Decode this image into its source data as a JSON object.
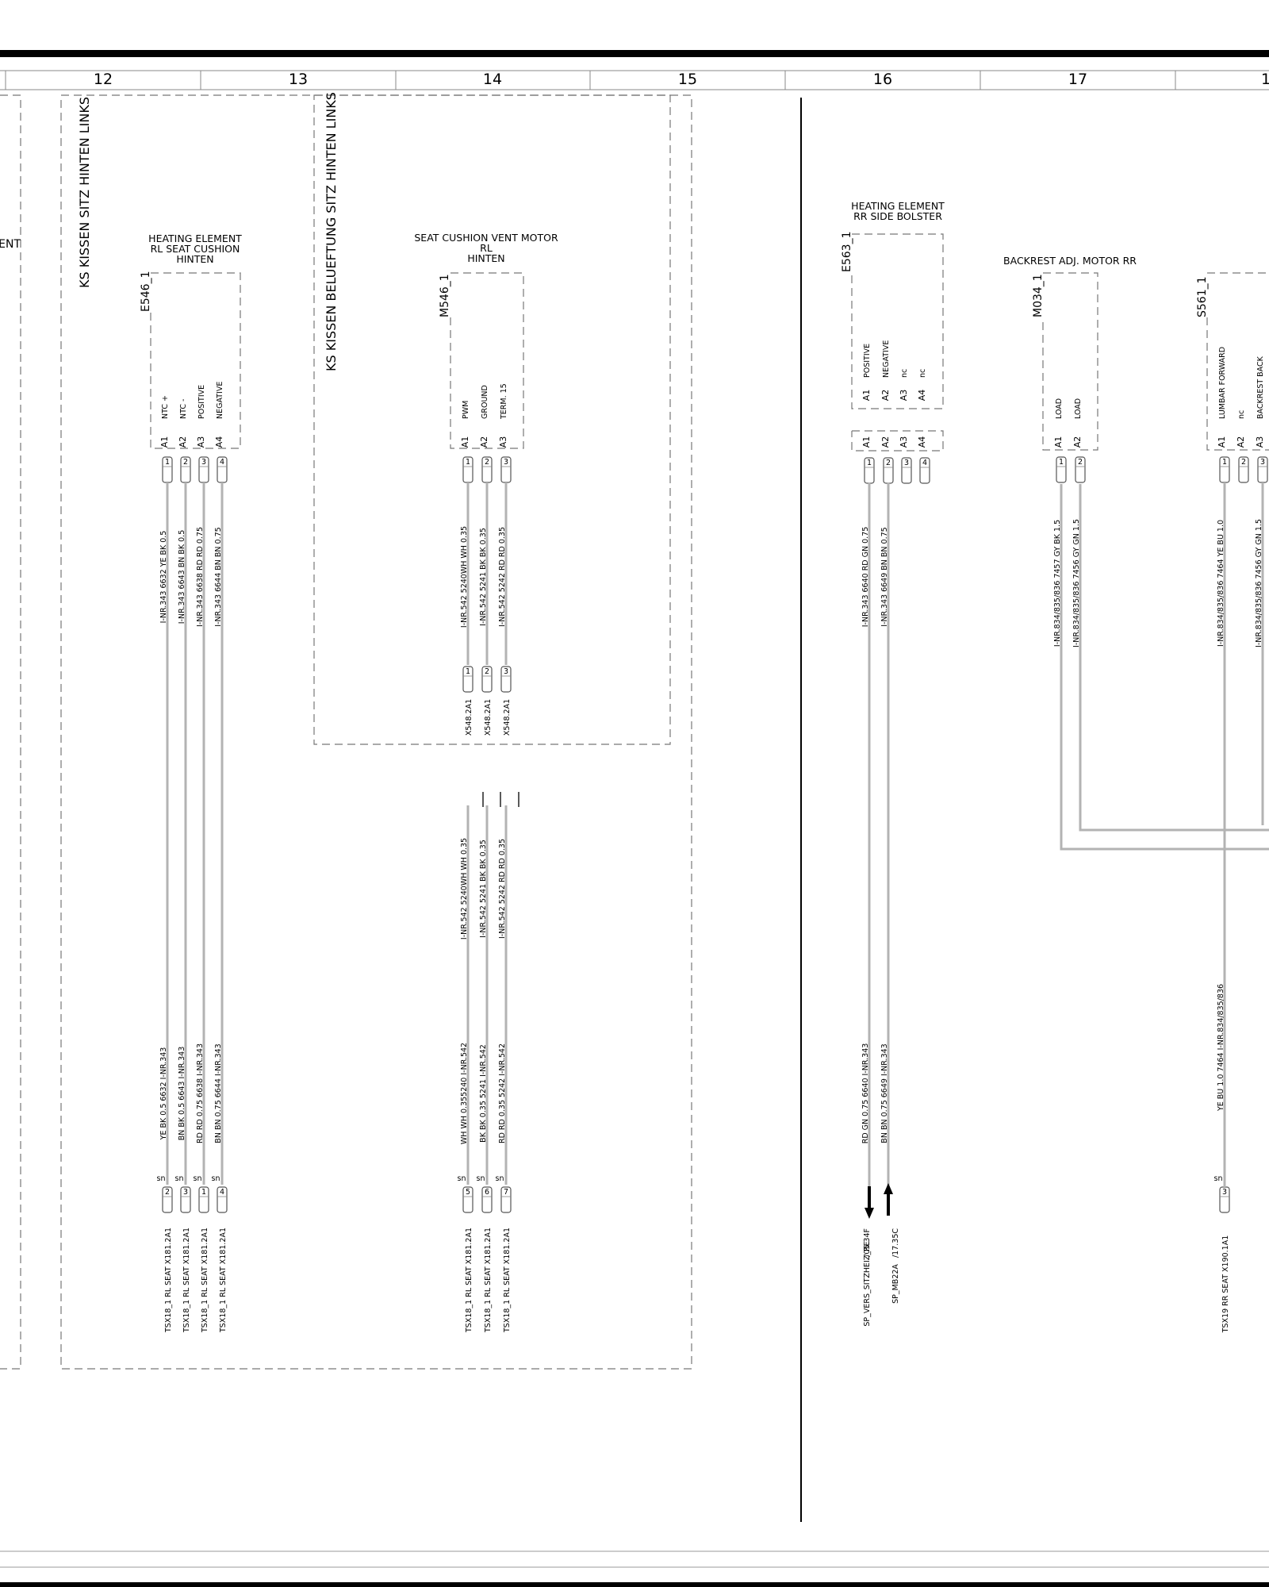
{
  "header": {
    "columns": [
      "12",
      "13",
      "14",
      "15",
      "16",
      "17",
      "1"
    ]
  },
  "left_edge": {
    "label_fragment": "ENT"
  },
  "groups": [
    {
      "label": "KS KISSEN SITZ HINTEN LINKS"
    },
    {
      "label": "KS KISSEN BELUEFTUNG SITZ HINTEN LINKS"
    }
  ],
  "components": {
    "e546": {
      "id": "E546_1",
      "title": [
        "HEATING ELEMENT",
        "RL SEAT CUSHION",
        "HINTEN"
      ],
      "pins": [
        {
          "pin": "A1",
          "func": "NTC +",
          "num": "1"
        },
        {
          "pin": "A2",
          "func": "NTC -",
          "num": "2"
        },
        {
          "pin": "A3",
          "func": "POSITIVE",
          "num": "3"
        },
        {
          "pin": "A4",
          "func": "NEGATIVE",
          "num": "4"
        }
      ],
      "wires_top": [
        "I-NR.343   6632   YE BK 0.5",
        "I-NR.343   6643   BN BK 0.5",
        "I-NR.343   6638 RD RD 0.75",
        "I-NR.343   6644 BN BN 0.75"
      ],
      "wires_bottom": [
        "YE BK 0.5   6632   I-NR.343",
        "BN BK 0.5   6643   I-NR.343",
        "RD RD 0.75 6638   I-NR.343",
        "BN BN 0.75 6644   I-NR.343"
      ],
      "splice": [
        "sn",
        "sn",
        "sn",
        "sn"
      ],
      "conn_pins": [
        "2",
        "3",
        "1",
        "4"
      ],
      "dest": [
        "TSX18_1 RL SEAT   X181.2A1",
        "TSX18_1 RL SEAT   X181.2A1",
        "TSX18_1 RL SEAT   X181.2A1",
        "TSX18_1 RL SEAT   X181.2A1"
      ]
    },
    "m546": {
      "id": "M546_1",
      "title": [
        "SEAT CUSHION VENT MOTOR",
        "RL",
        "HINTEN"
      ],
      "pins": [
        {
          "pin": "A1",
          "func": "PWM",
          "num": "1"
        },
        {
          "pin": "A2",
          "func": "GROUND",
          "num": "2"
        },
        {
          "pin": "A3",
          "func": "TERM. 15",
          "num": "3"
        }
      ],
      "wires_top": [
        "I-NR.542   5240WH WH 0.35",
        "I-NR.542   5241  BK BK 0.35",
        "I-NR.542   5242 RD RD 0.35"
      ],
      "inline_conn": {
        "pins": [
          "1",
          "2",
          "3"
        ],
        "labels": [
          "X548.2A1",
          "X548.2A1",
          "X548.2A1"
        ]
      },
      "wires_mid": [
        "I-NR.542   5240WH WH 0.35",
        "I-NR.542   5241  BK BK 0.35",
        "I-NR.542   5242 RD RD 0.35"
      ],
      "wires_bottom": [
        "WH WH 0.355240   I-NR.542",
        "BK BK 0.35 5241   I-NR.542",
        "RD RD 0.35 5242   I-NR.542"
      ],
      "splice": [
        "sn",
        "sn",
        "sn"
      ],
      "conn_pins": [
        "5",
        "6",
        "7"
      ],
      "dest": [
        "TSX18_1 RL SEAT   X181.2A1",
        "TSX18_1 RL SEAT   X181.2A1",
        "TSX18_1 RL SEAT   X181.2A1"
      ]
    },
    "e563": {
      "id": "E563_1",
      "title": [
        "HEATING ELEMENT",
        "RR SIDE BOLSTER"
      ],
      "pins": [
        {
          "pin": "A1",
          "func": "POSITIVE",
          "num": "1"
        },
        {
          "pin": "A2",
          "func": "NEGATIVE",
          "num": "2"
        },
        {
          "pin": "A3",
          "func": "nc",
          "num": "3"
        },
        {
          "pin": "A4",
          "func": "nc",
          "num": "4"
        }
      ],
      "wires_top": [
        "I-NR.343   6640 RD GN 0.75",
        "I-NR.343   6649  BN BN 0.75"
      ],
      "wires_bottom": [
        "RD GN 0.75 6640   I-NR.343",
        "BN BN 0.75  6649   I-NR.343"
      ],
      "refs": [
        "/05.34F",
        "/17.35C"
      ],
      "dest": [
        "SP_VERS_SITZHEIZ_RE",
        "SP_MB22A"
      ]
    },
    "m034": {
      "id": "M034_1",
      "title": [
        "BACKREST ADJ. MOTOR RR"
      ],
      "pins": [
        {
          "pin": "A1",
          "func": "LOAD",
          "num": "1"
        },
        {
          "pin": "A2",
          "func": "LOAD",
          "num": "2"
        }
      ],
      "wires_top": [
        "I-NR.834/835/836   7457   GY BK 1.5",
        "I-NR.834/835/836   7456   GY GN 1.5"
      ]
    },
    "s561": {
      "id": "S561_1",
      "pins": [
        {
          "pin": "A1",
          "func": "LUMBAR FORWARD",
          "num": "1"
        },
        {
          "pin": "A2",
          "func": "nc",
          "num": "2"
        },
        {
          "pin": "A3",
          "func": "BACKREST BACK",
          "num": "3"
        }
      ],
      "wires_top": [
        "I-NR.834/835/836   7464   YE BU 1.0",
        "I-NR.834/835/836   7456   GY GN 1.5"
      ],
      "wires_bottom": [
        "YE BU 1.0   7464   I-NR.834/835/836"
      ],
      "splice": [
        "sn"
      ],
      "conn_pins": [
        "3"
      ],
      "dest": [
        "TSX19 RR SEAT   X190.1A1"
      ]
    }
  }
}
